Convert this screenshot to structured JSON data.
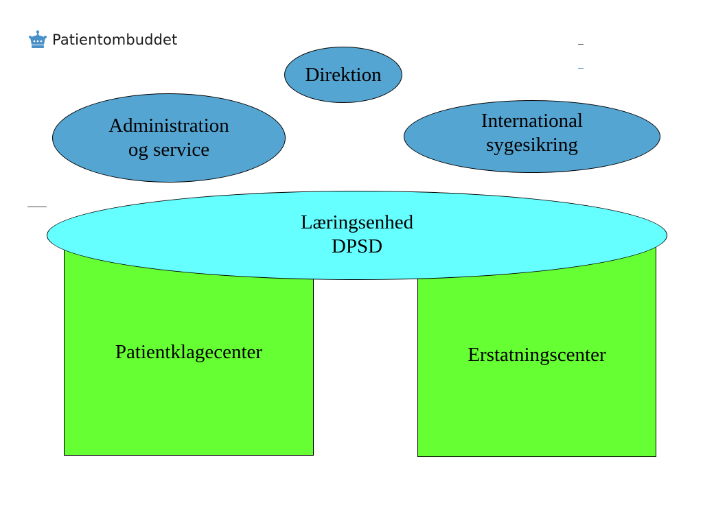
{
  "logo": {
    "icon": "crown-icon",
    "text": "Patientombuddet"
  },
  "diagram": {
    "direktion": "Direktion",
    "administration": [
      "Administration",
      "og service"
    ],
    "international": [
      "International",
      "sygesikring"
    ],
    "laering": [
      "Læringsenhed",
      "DPSD"
    ],
    "patientklage": "Patientklagecenter",
    "erstatning": "Erstatningscenter"
  },
  "colors": {
    "unit_ellipse": "#55a5d2",
    "learning_ellipse": "#66ffff",
    "center_box": "#66ff33",
    "accent_line": "#4a90c8"
  }
}
